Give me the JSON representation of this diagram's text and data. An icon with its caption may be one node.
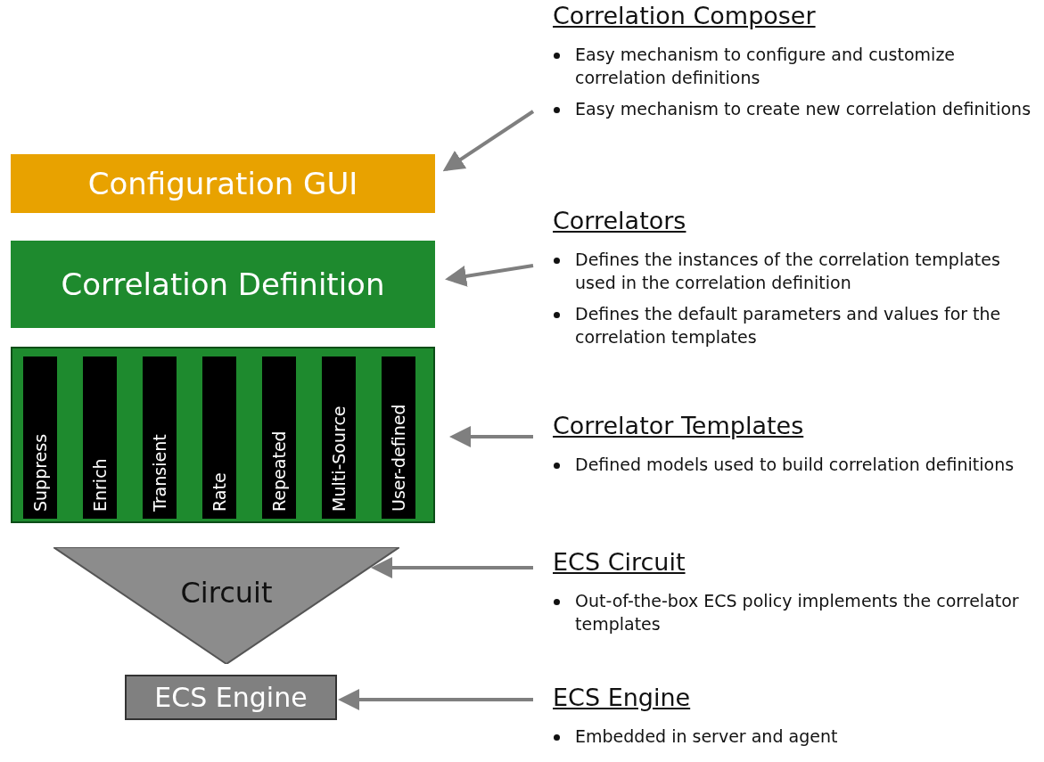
{
  "diagram": {
    "nodes": [
      {
        "text": [
          "Configuration GUI"
        ]
      },
      {
        "text": [
          "Correlation Definition"
        ]
      },
      {
        "text": [],
        "shape": "box"
      },
      {
        "text": [
          "Suppress"
        ],
        "in": 2
      },
      {
        "text": [
          "Enrich"
        ],
        "in": 2
      },
      {
        "text": [
          "Transient"
        ],
        "in": 2
      },
      {
        "text": [
          "Rate"
        ],
        "in": 2
      },
      {
        "text": [
          "Repeated"
        ],
        "in": 2
      },
      {
        "text": [
          "Multi-Source"
        ],
        "in": 2
      },
      {
        "text": [
          "User-defined"
        ],
        "in": 2
      },
      {
        "text": [
          "Circuit"
        ]
      },
      {
        "text": [
          "ECS Engine"
        ]
      },
      {
        "text": [
          "Correlation Composer",
          "Easy mechanism to configure and customize correlation definitions",
          "Easy mechanism to create new correlation definitions"
        ]
      },
      {
        "text": [
          "Correlators",
          "Defines the instances of the correlation templates used in the correlation definition",
          "Defines the default parameters and values for the correlation templates"
        ]
      },
      {
        "text": [
          "Correlator Templates",
          "Defined models used to build correlation definitions"
        ]
      },
      {
        "text": [
          "ECS Circuit",
          "Out-of-the-box ECS policy implements the correlator templates"
        ]
      },
      {
        "text": [
          "ECS Engine",
          "Embedded in server and agent"
        ]
      }
    ],
    "edges": [
      {
        "from": 12,
        "to": 0,
        "arrow": "to"
      },
      {
        "from": 13,
        "to": 1,
        "arrow": "to"
      },
      {
        "from": 14,
        "to": 2,
        "arrow": "to"
      },
      {
        "from": 15,
        "to": 10,
        "arrow": "to"
      },
      {
        "from": 16,
        "to": 11,
        "arrow": "to"
      }
    ]
  }
}
